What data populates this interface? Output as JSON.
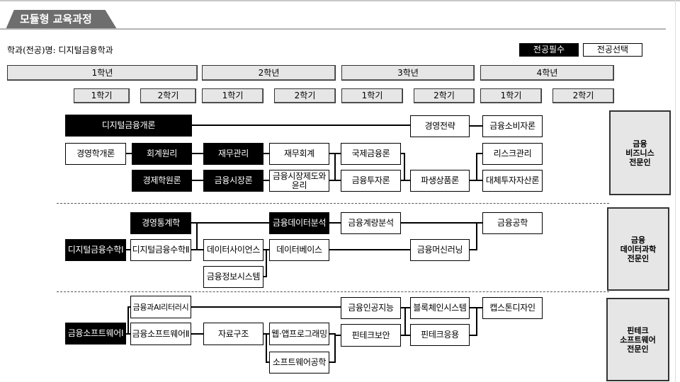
{
  "title": "모듈형 교육과정",
  "department": "학과(전공)명: 디지털금융학과",
  "legend": {
    "required": "전공필수",
    "elective": "전공선택"
  },
  "years": [
    "1학년",
    "2학년",
    "3학년",
    "4학년"
  ],
  "semesters": [
    "1학기",
    "2학기",
    "1학기",
    "2학기",
    "1학기",
    "2학기",
    "1학기",
    "2학기"
  ],
  "modules": [
    {
      "name": "금융\n비즈니스\n전문인",
      "courses": [
        "디지털금융개론",
        "경영전략",
        "금융소비자론",
        "경영학개론",
        "회계원리",
        "재무관리",
        "재무회계",
        "국제금융론",
        "리스크관리",
        "경제학원론",
        "금융시장론",
        "금융시장제도와 윤리",
        "금융투자론",
        "파생상품론",
        "대체투자자산론"
      ]
    },
    {
      "name": "금융\n데이터과학\n전문인",
      "courses": [
        "경영통계학",
        "금융데이터분석",
        "금융계량분석",
        "금융공학",
        "디지털금융수학Ⅰ",
        "디지털금융수학Ⅱ",
        "데이터사이언스",
        "데이터베이스",
        "금융머신러닝",
        "금융정보시스템"
      ]
    },
    {
      "name": "핀테크\n소프트웨어\n전문인",
      "courses": [
        "금융과AI리터러시",
        "금융인공지능",
        "블록체인시스템",
        "캡스톤디자인",
        "금융소프트웨어Ⅰ",
        "금융소프트웨어Ⅱ",
        "자료구조",
        "웹·앱프로그래밍",
        "핀테크보안",
        "핀테크응용",
        "소프트웨어공학"
      ]
    }
  ]
}
